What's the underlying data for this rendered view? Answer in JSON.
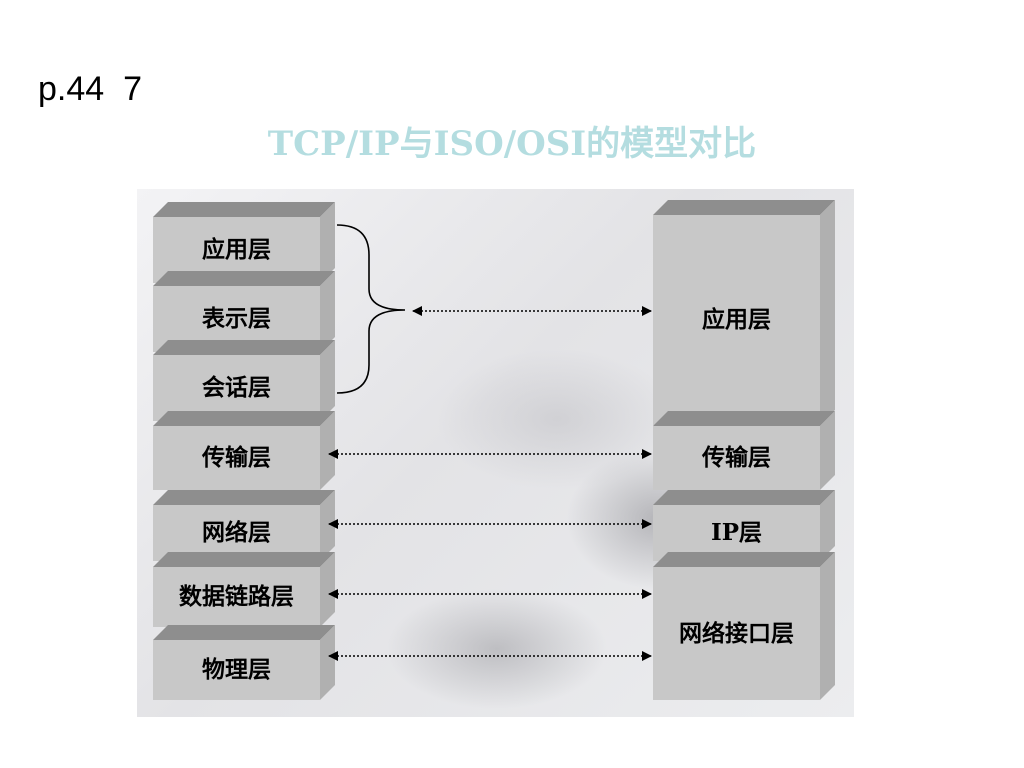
{
  "page": {
    "label": "p.44  7"
  },
  "title": "TCP/IP与ISO/OSI的模型对比",
  "osi_layers": [
    "应用层",
    "表示层",
    "会话层",
    "传输层",
    "网络层",
    "数据链路层",
    "物理层"
  ],
  "tcpip_layers": [
    "应用层",
    "传输层",
    "IP层",
    "网络接口层"
  ],
  "colors": {
    "title": "#b4dde0",
    "box_front": "#c8c8c8",
    "box_top": "#8e8e8e",
    "box_side": "#b0b0b0",
    "arrow": "#000000"
  }
}
